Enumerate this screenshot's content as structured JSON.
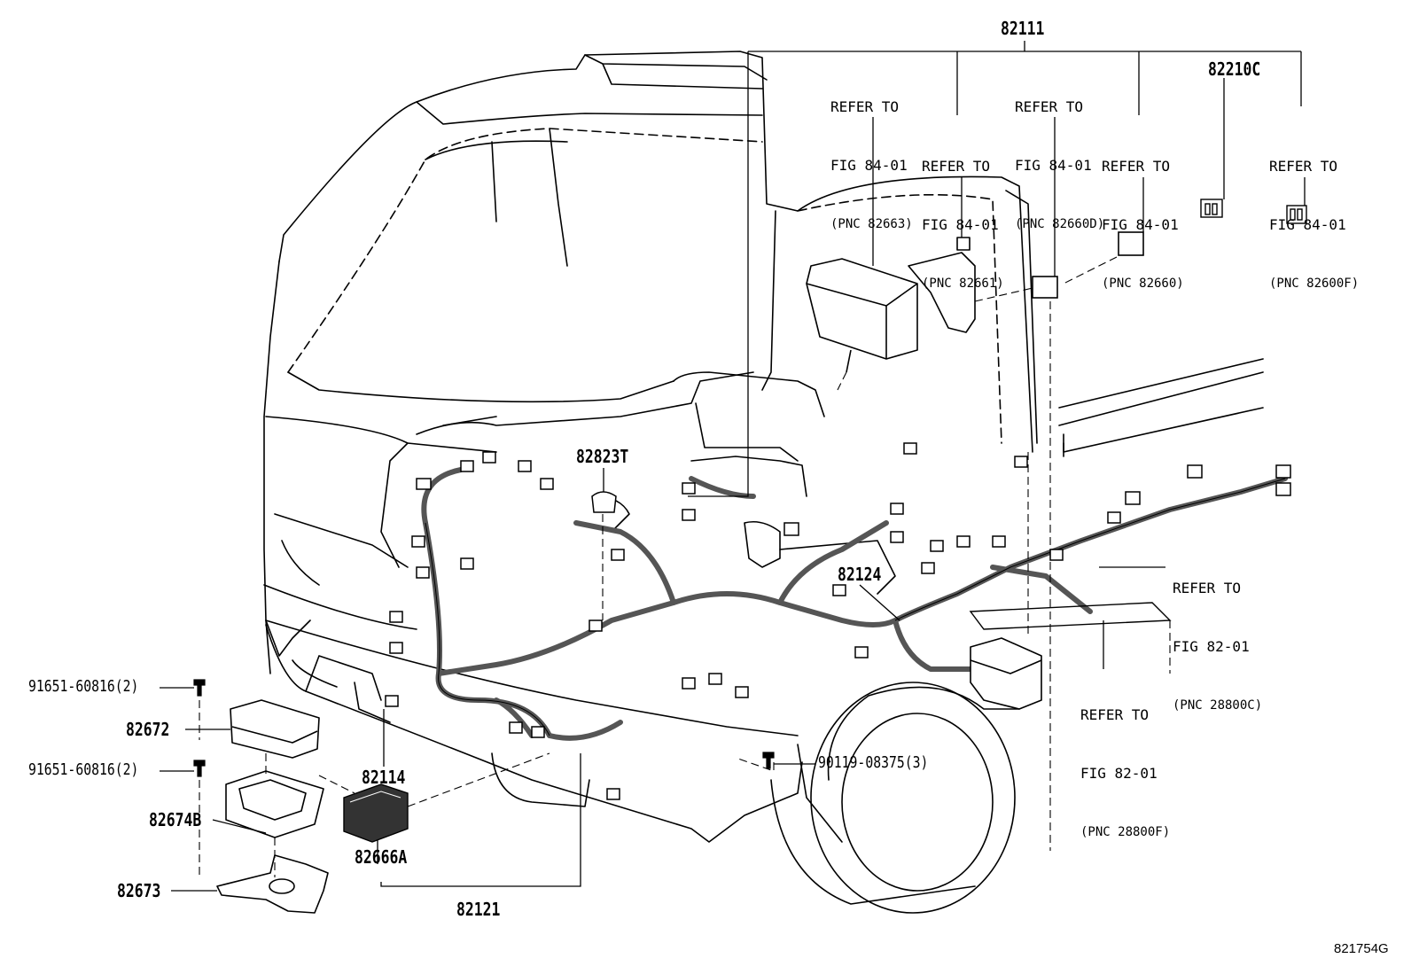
{
  "diagram": {
    "illustration_id": "821754G",
    "part_labels": {
      "p82111": "82111",
      "p82210C": "82210C",
      "p82823T": "82823T",
      "p82124": "82124",
      "p91651_a": "91651-60816(2)",
      "p82672": "82672",
      "p91651_b": "91651-60816(2)",
      "p82674B": "82674B",
      "p82673": "82673",
      "p82114": "82114",
      "p82666A": "82666A",
      "p82121": "82121",
      "p90119": "90119-08375(3)"
    },
    "refer_notes": [
      {
        "line1": "REFER TO",
        "line2": "FIG 84-01",
        "pnc": "(PNC 82663)"
      },
      {
        "line1": "REFER TO",
        "line2": "FIG 84-01",
        "pnc": "(PNC 82660D)"
      },
      {
        "line1": "REFER TO",
        "line2": "FIG 84-01",
        "pnc": "(PNC 82661)"
      },
      {
        "line1": "REFER TO",
        "line2": "FIG 84-01",
        "pnc": "(PNC 82660)"
      },
      {
        "line1": "REFER TO",
        "line2": "FIG 84-01",
        "pnc": "(PNC 82600F)"
      },
      {
        "line1": "REFER TO",
        "line2": "FIG 82-01",
        "pnc": "(PNC 28800C)"
      },
      {
        "line1": "REFER TO",
        "line2": "FIG 82-01",
        "pnc": "(PNC 28800F)"
      }
    ]
  }
}
